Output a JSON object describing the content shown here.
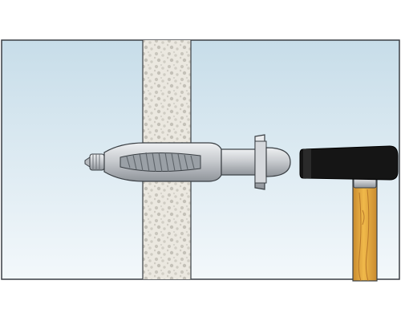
{
  "diagram": {
    "kind": "installation-illustration",
    "description_parts": [
      "cavity-wall",
      "hollow-wall-anchor",
      "hammer"
    ],
    "colors": {
      "background_top": "#c7dde9",
      "background_bottom": "#f3f8fb",
      "wall_fill": "#e9e6de",
      "wall_speckle": "#c9c6bd",
      "anchor_metal": "#c9ccd0",
      "anchor_shadow": "#8f949a",
      "hammer_head": "#151515",
      "handle_wood": "#e3a83b",
      "handle_grain": "#b9782a",
      "outline": "#3a3f44"
    },
    "icons": [
      "wall-anchor-icon",
      "hammer-icon"
    ]
  }
}
